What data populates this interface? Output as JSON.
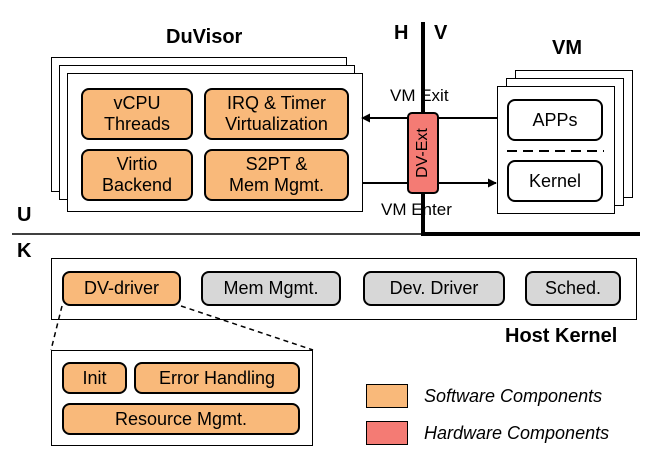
{
  "duvisor": {
    "title": "DuVisor",
    "components": {
      "vcpu": "vCPU\nThreads",
      "irq": "IRQ & Timer\nVirtualization",
      "virtio": "Virtio\nBackend",
      "s2pt": "S2PT &\nMem Mgmt."
    }
  },
  "divider": {
    "h": "H",
    "v": "V",
    "u": "U",
    "k": "K"
  },
  "dv_ext": {
    "label": "DV-Ext"
  },
  "arrows": {
    "exit": "VM Exit",
    "enter": "VM Enter"
  },
  "vm": {
    "title": "VM",
    "apps": "APPs",
    "kernel": "Kernel"
  },
  "host_kernel": {
    "title": "Host Kernel",
    "components": {
      "dv_driver": "DV-driver",
      "mem_mgmt": "Mem Mgmt.",
      "dev_driver": "Dev. Driver",
      "sched": "Sched."
    }
  },
  "dv_driver_detail": {
    "init": "Init",
    "error_handling": "Error Handling",
    "resource_mgmt": "Resource Mgmt."
  },
  "legend": {
    "software": "Software Components",
    "hardware": "Hardware Components"
  },
  "colors": {
    "software": "#f9b97a",
    "hardware": "#f47b74",
    "os_component": "#d7d7d7"
  }
}
